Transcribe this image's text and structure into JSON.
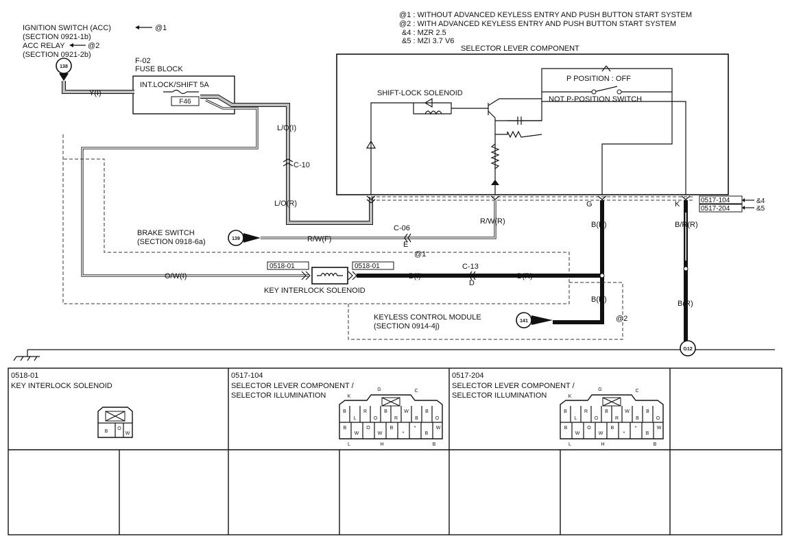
{
  "notes": {
    "n1": "@1 : WITHOUT ADVANCED KEYLESS ENTRY AND PUSH BUTTON START SYSTEM",
    "n2": "@2 : WITH ADVANCED KEYLESS ENTRY AND PUSH BUTTON START SYSTEM",
    "n3": "&4 : MZR 2.5",
    "n4": "&5 : MZI 3.7 V6"
  },
  "source": {
    "ign": "IGNITION SWITCH (ACC)",
    "ign_ref": "@1",
    "sec1": "(SECTION 0921-1b)",
    "acc": "ACC RELAY",
    "acc_ref": "@2",
    "sec2": "(SECTION 0921-2b)",
    "node": "138"
  },
  "fuse": {
    "id": "F-02",
    "name": "FUSE BLOCK",
    "rating": "INT.LOCK/SHIFT 5A",
    "code": "F46"
  },
  "wires": {
    "yi": "Y(I)",
    "loi": "L/O(I)",
    "c10": "C-10",
    "lor": "L/O(R)",
    "rwf": "R/W(F)",
    "c06": "C-06",
    "e": "E",
    "rwr": "R/W(R)",
    "at1": "@1",
    "owi": "O/W(I)",
    "bi": "B(I)",
    "c13": "C-13",
    "d": "D",
    "br1": "B(R)",
    "br2": "B(R)",
    "br3": "B(R)",
    "brr": "B/R(R)",
    "br4": "B(R)",
    "at2": "@2",
    "g": "G",
    "k": "K"
  },
  "selector": {
    "title": "SELECTOR LEVER COMPONENT",
    "solenoid": "SHIFT-LOCK SOLENOID",
    "ppos": "P POSITION : OFF",
    "notp": "NOT P-POSITION SWITCH"
  },
  "brake": {
    "name": "BRAKE SWITCH",
    "sec": "(SECTION 0918-6a)",
    "node": "139"
  },
  "kis": {
    "name": "KEY INTERLOCK SOLENOID",
    "conn_a": "0518-01",
    "conn_b": "0518-01"
  },
  "kcm": {
    "name": "KEYLESS CONTROL MODULE",
    "sec": "(SECTION 0914-4j)",
    "node": "141"
  },
  "connectors": {
    "c1": "0517-104",
    "c1_ref": "&4",
    "c2": "0517-204",
    "c2_ref": "&5"
  },
  "ground": {
    "node": "G12"
  },
  "table": {
    "cell1_id": "0518-01",
    "cell1_name": "KEY INTERLOCK SOLENOID",
    "cell2_id": "0517-104",
    "cell2_name1": "SELECTOR LEVER COMPONENT /",
    "cell2_name2": "SELECTOR ILLUMINATION",
    "cell3_id": "0517-204",
    "cell3_name1": "SELECTOR LEVER COMPONENT /",
    "cell3_name2": "SELECTOR ILLUMINATION"
  },
  "pins": {
    "kis": [
      "B",
      "O",
      "W"
    ],
    "top": [
      "K",
      "G",
      "C"
    ],
    "bottom": [
      "L",
      "H",
      "B"
    ],
    "row1": [
      "B",
      "L",
      "R",
      "O",
      "B",
      "R",
      "W",
      "B",
      "B",
      "O"
    ],
    "row2": [
      "B",
      "W",
      "O",
      "W",
      "B",
      "*",
      "*",
      "B",
      "W"
    ]
  }
}
